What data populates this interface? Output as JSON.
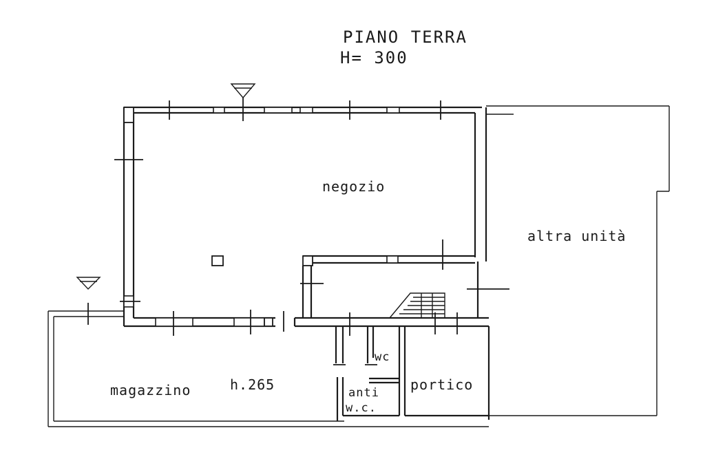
{
  "title": "PIANO TERRA",
  "height": "H= 300",
  "rooms": {
    "negozio": "negozio",
    "altra_unita": "altra unità",
    "magazzino": "magazzino",
    "magazzino_height": "h.265",
    "wc": "wc",
    "anti": "anti",
    "wc_abbrev": "w.c.",
    "portico": "portico"
  },
  "icons": {
    "level_marker": "level-marker-icon",
    "pillar": "pillar-icon",
    "stair": "stair-icon"
  }
}
